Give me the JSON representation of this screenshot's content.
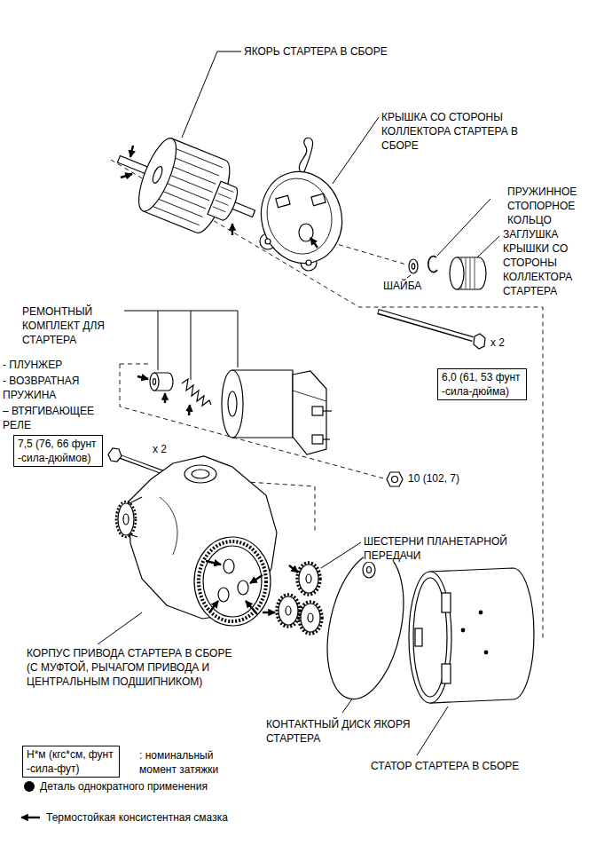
{
  "diagram": {
    "nodes": [
      {
        "text": [
          "6,0 (61, 53 фунт -сила-дюйма)"
        ]
      },
      {
        "text": [
          "7,5 (76, 66 фунт -сила-дюймов)"
        ]
      },
      {
        "text": [
          "Н*м (кгс*см, фунт -сила-фут)"
        ]
      }
    ],
    "labels": [
      "ЯКОРЬ СТАРТЕРА В СБОРЕ",
      "КРЫШКА СО СТОРОНЫ КОЛЛЕКТОРА СТАРТЕРА В СБОРЕ",
      "ПРУЖИННОЕ СТОПОРНОЕ КОЛЬЦО",
      "ЗАГЛУШКА КРЫШКИ СО СТОРОНЫ КОЛЛЕКТОРА СТАРТЕРА",
      "ШАЙБА",
      "РЕМОНТНЫЙ КОМПЛЕКТ ДЛЯ СТАРТЕРА",
      "x 2",
      "- ПЛУНЖЕР",
      "- ВОЗВРАТНАЯ ПРУЖИНА",
      "– ВТЯГИВАЮЩЕЕ РЕЛЕ",
      "x 2",
      "10 (102, 7)",
      "ШЕСТЕРНИ ПЛАНЕТАРНОЙ ПЕРЕДАЧИ",
      "КОРПУС ПРИВОДА СТАРТЕРА В СБОРЕ (С МУФТОЙ, РЫЧАГОМ ПРИВОДА И ЦЕНТРАЛЬНЫМ ПОДШИПНИКОМ)",
      "КОНТАКТНЫЙ ДИСК ЯКОРЯ СТАРТЕРА",
      "СТАТОР СТАРТЕРА В СБОРЕ"
    ],
    "legend": [
      {
        "text": ": номинальный момент затяжки"
      },
      {
        "text": "Деталь однократного применения"
      },
      {
        "text": "Термостойкая консистентная смазка"
      }
    ]
  }
}
